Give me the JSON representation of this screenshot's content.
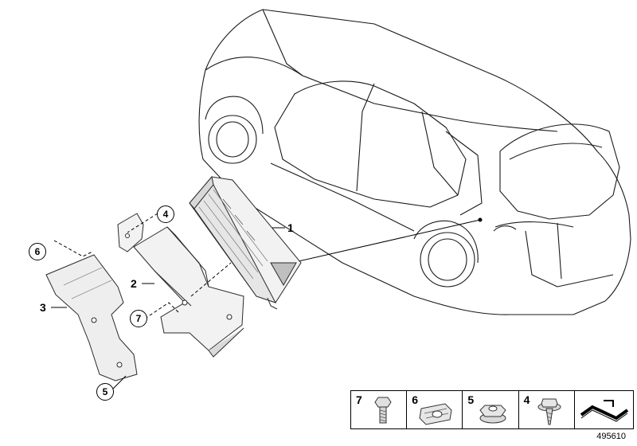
{
  "callouts": {
    "c1": "1",
    "c2": "2",
    "c3": "3",
    "c4": "4",
    "c5": "5",
    "c6": "6",
    "c7": "7"
  },
  "legend": {
    "items": [
      {
        "number": "7",
        "icon": "bolt-icon"
      },
      {
        "number": "6",
        "icon": "clip-nut-icon"
      },
      {
        "number": "5",
        "icon": "hex-nut-icon"
      },
      {
        "number": "4",
        "icon": "screw-icon"
      },
      {
        "number": "",
        "icon": "wire-symbol-icon"
      }
    ]
  },
  "diagram_id": "495610"
}
